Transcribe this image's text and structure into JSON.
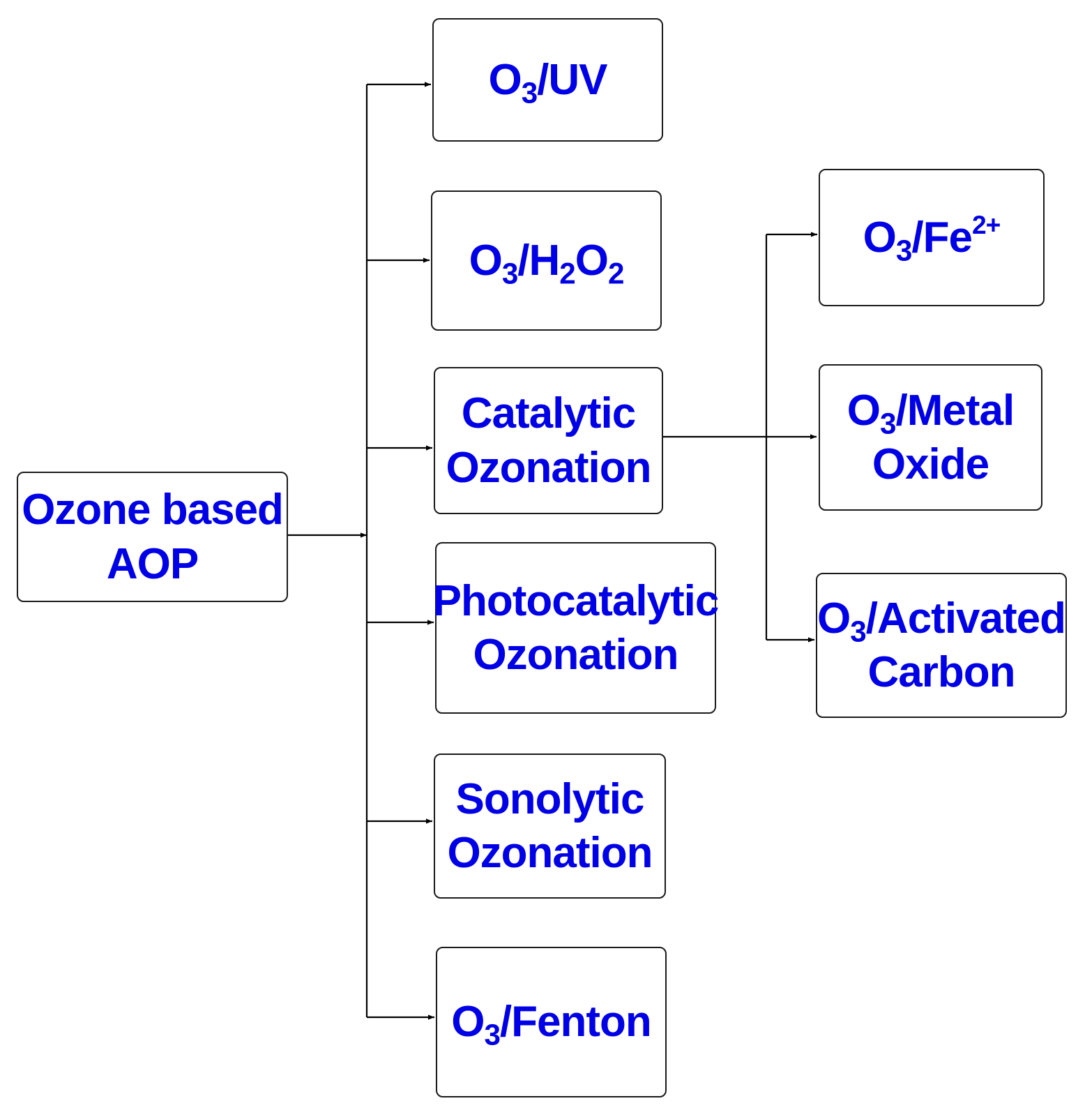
{
  "colors": {
    "text": "#0000e6",
    "border": "#1a1a1a",
    "connector": "#000000",
    "background": "#ffffff"
  },
  "root": {
    "line1": "Ozone based",
    "line2": "AOP"
  },
  "processes": {
    "o3_uv": {
      "a": "O",
      "b": "3",
      "c": "/UV"
    },
    "o3_h2o2": {
      "a": "O",
      "b": "3",
      "c": "/H",
      "d": "2",
      "e": "O",
      "f": "2"
    },
    "catalytic": {
      "line1": "Catalytic",
      "line2": "Ozonation"
    },
    "photocatalytic": {
      "line1": "Photocatalytic",
      "line2": "Ozonation"
    },
    "sonolytic": {
      "line1": "Sonolytic",
      "line2": "Ozonation"
    },
    "o3_fenton": {
      "a": "O",
      "b": "3",
      "c": "/Fenton"
    }
  },
  "catalysts": {
    "o3_fe2": {
      "a": "O",
      "b": "3",
      "c": "/Fe",
      "d": "2+"
    },
    "o3_metal_oxide": {
      "a": "O",
      "b": "3",
      "c": "/Metal",
      "line2": "Oxide"
    },
    "o3_activated_carbon": {
      "a": "O",
      "b": "3",
      "c": "/Activated",
      "line2": "Carbon"
    }
  }
}
